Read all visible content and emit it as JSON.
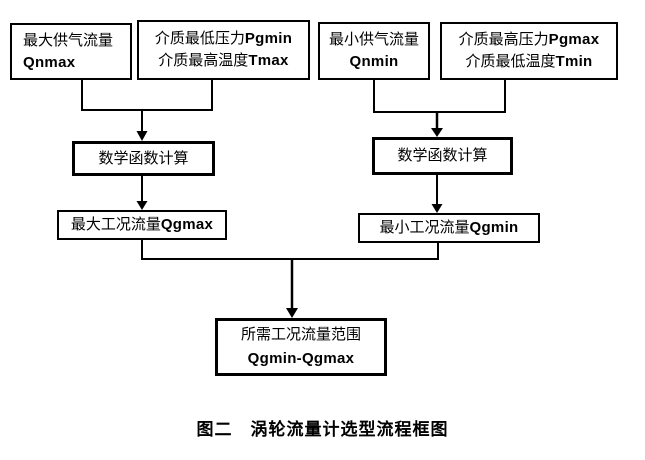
{
  "diagram": {
    "nodes": {
      "qnmax": {
        "line1": "最大供气流量",
        "line2": "Qnmax"
      },
      "pgmin_tmax": {
        "line1_zh": "介质最低压力",
        "line1_en": "Pgmin",
        "line2_zh": "介质最高温度",
        "line2_en": "Tmax"
      },
      "qnmin": {
        "line1": "最小供气流量",
        "line2": "Qnmin"
      },
      "pgmax_tmin": {
        "line1_zh": "介质最高压力",
        "line1_en": "Pgmax",
        "line2_zh": "介质最低温度",
        "line2_en": "Tmin"
      },
      "math_left": {
        "label": "数学函数计算"
      },
      "math_right": {
        "label": "数学函数计算"
      },
      "qgmax": {
        "zh": "最大工况流量",
        "en": "Qgmax"
      },
      "qgmin": {
        "zh": "最小工况流量",
        "en": "Qgmin"
      },
      "result": {
        "line1": "所需工况流量范围",
        "line2": "Qgmin-Qgmax"
      }
    },
    "caption": "图二　涡轮流量计选型流程框图",
    "colors": {
      "stroke": "#000000",
      "background": "#ffffff"
    }
  }
}
